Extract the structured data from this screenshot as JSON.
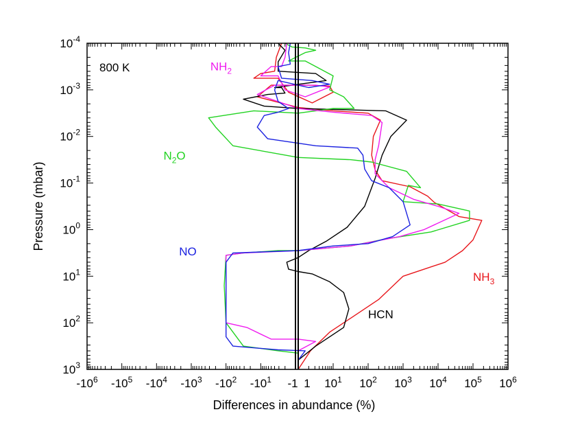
{
  "chart_data": {
    "type": "line",
    "annotation_temp": "800 K",
    "xlabel": "Differences in abundance (%)",
    "ylabel": "Pressure (mbar)",
    "xlim_decades": [
      -6,
      6
    ],
    "ylim_log10": [
      -4,
      3
    ],
    "x_scale": "symmetric log (negative decades left, positive decades right)",
    "y_scale": "log, inverted (low pressure at top)",
    "x_ticks": [
      {
        "base": "-10",
        "exp": "6",
        "pos": -6
      },
      {
        "base": "-10",
        "exp": "5",
        "pos": -5
      },
      {
        "base": "-10",
        "exp": "4",
        "pos": -4
      },
      {
        "base": "-10",
        "exp": "3",
        "pos": -3
      },
      {
        "base": "-10",
        "exp": "2",
        "pos": -2
      },
      {
        "base": "-10",
        "exp": "1",
        "pos": -1
      },
      {
        "base": "-1",
        "exp": "",
        "pos": 0
      },
      {
        "base": "1",
        "exp": "",
        "pos": 0.1
      },
      {
        "base": "10",
        "exp": "1",
        "pos": 1
      },
      {
        "base": "10",
        "exp": "2",
        "pos": 2
      },
      {
        "base": "10",
        "exp": "3",
        "pos": 3
      },
      {
        "base": "10",
        "exp": "4",
        "pos": 4
      },
      {
        "base": "10",
        "exp": "5",
        "pos": 5
      },
      {
        "base": "10",
        "exp": "6",
        "pos": 6
      }
    ],
    "y_ticks": [
      {
        "base": "10",
        "exp": "-4",
        "pos": -4
      },
      {
        "base": "10",
        "exp": "-3",
        "pos": -3
      },
      {
        "base": "10",
        "exp": "-2",
        "pos": -2
      },
      {
        "base": "10",
        "exp": "-1",
        "pos": -1
      },
      {
        "base": "10",
        "exp": "0",
        "pos": 0
      },
      {
        "base": "10",
        "exp": "1",
        "pos": 1
      },
      {
        "base": "10",
        "exp": "2",
        "pos": 2
      },
      {
        "base": "10",
        "exp": "3",
        "pos": 3
      }
    ],
    "series": [
      {
        "name": "NH3",
        "label_main": "NH",
        "label_sub": "3",
        "color": "#e8161b",
        "label_at": [
          5.0,
          1.1
        ],
        "points": [
          [
            0.0,
            3.0
          ],
          [
            0.35,
            2.6
          ],
          [
            0.9,
            2.2
          ],
          [
            1.5,
            1.9
          ],
          [
            2.3,
            1.5
          ],
          [
            3.0,
            1.0
          ],
          [
            3.6,
            0.85
          ],
          [
            4.2,
            0.7
          ],
          [
            4.7,
            0.45
          ],
          [
            5.0,
            0.22
          ],
          [
            5.25,
            -0.2
          ],
          [
            4.6,
            -0.28
          ],
          [
            3.9,
            -0.58
          ],
          [
            3.7,
            -0.72
          ],
          [
            3.2,
            -0.92
          ],
          [
            2.4,
            -1.05
          ],
          [
            2.2,
            -1.28
          ],
          [
            2.1,
            -1.6
          ],
          [
            2.15,
            -2.0
          ],
          [
            2.35,
            -2.35
          ],
          [
            2.0,
            -2.5
          ],
          [
            1.0,
            -2.55
          ],
          [
            0.0,
            -2.62
          ],
          [
            -1.1,
            -2.85
          ],
          [
            -0.7,
            -3.1
          ],
          [
            0.3,
            -3.1
          ],
          [
            0.9,
            -3.08
          ],
          [
            1.0,
            -2.95
          ],
          [
            0.4,
            -2.72
          ],
          [
            -0.2,
            -2.95
          ],
          [
            -0.5,
            -3.25
          ],
          [
            -1.2,
            -3.25
          ],
          [
            -1.0,
            -3.35
          ],
          [
            -0.6,
            -3.4
          ],
          [
            -0.55,
            -3.7
          ],
          [
            -0.4,
            -4.0
          ]
        ]
      },
      {
        "name": "HCN",
        "label_main": "HCN",
        "label_sub": "",
        "color": "#000000",
        "label_at": [
          2.0,
          1.9
        ],
        "points": [
          [
            0.0,
            2.8
          ],
          [
            0.5,
            2.5
          ],
          [
            1.3,
            2.1
          ],
          [
            1.45,
            1.7
          ],
          [
            1.3,
            1.35
          ],
          [
            0.9,
            1.12
          ],
          [
            0.4,
            0.95
          ],
          [
            0.0,
            0.9
          ],
          [
            -0.2,
            0.85
          ],
          [
            -0.25,
            0.7
          ],
          [
            0.0,
            0.6
          ],
          [
            0.3,
            0.45
          ],
          [
            0.8,
            0.25
          ],
          [
            1.4,
            -0.05
          ],
          [
            1.9,
            -0.5
          ],
          [
            2.2,
            -1.1
          ],
          [
            2.4,
            -1.6
          ],
          [
            2.65,
            -2.0
          ],
          [
            3.1,
            -2.35
          ],
          [
            2.5,
            -2.55
          ],
          [
            0.0,
            -2.6
          ],
          [
            -0.9,
            -2.65
          ],
          [
            -1.5,
            -2.8
          ],
          [
            -0.8,
            -2.9
          ],
          [
            -0.3,
            -2.93
          ],
          [
            -0.4,
            -3.05
          ],
          [
            -0.6,
            -3.05
          ],
          [
            0.8,
            -3.2
          ],
          [
            0.5,
            -3.35
          ],
          [
            -0.5,
            -3.4
          ],
          [
            -0.5,
            -3.6
          ],
          [
            -0.3,
            -3.85
          ],
          [
            -0.5,
            -4.0
          ]
        ]
      },
      {
        "name": "N2O",
        "label_main": "N",
        "label_sub": "2",
        "label_tail": "O",
        "color": "#22d322",
        "label_at": [
          -3.8,
          -1.5
        ],
        "points": [
          [
            0.0,
            2.65
          ],
          [
            -0.5,
            2.6
          ],
          [
            -1.5,
            2.5
          ],
          [
            -2.0,
            2.0
          ],
          [
            -2.05,
            1.2
          ],
          [
            -2.0,
            0.55
          ],
          [
            -1.5,
            0.5
          ],
          [
            -0.5,
            0.45
          ],
          [
            0.0,
            0.45
          ],
          [
            1.5,
            0.35
          ],
          [
            2.5,
            0.2
          ],
          [
            3.8,
            0.05
          ],
          [
            4.9,
            -0.2
          ],
          [
            4.9,
            -0.4
          ],
          [
            4.0,
            -0.55
          ],
          [
            3.0,
            -0.6
          ],
          [
            3.15,
            -0.95
          ],
          [
            3.5,
            -0.9
          ],
          [
            3.1,
            -1.25
          ],
          [
            2.1,
            -1.45
          ],
          [
            1.5,
            -1.5
          ],
          [
            0.0,
            -1.55
          ],
          [
            -1.8,
            -1.8
          ],
          [
            -2.3,
            -2.2
          ],
          [
            -2.5,
            -2.4
          ],
          [
            -1.2,
            -2.55
          ],
          [
            0.0,
            -2.5
          ],
          [
            1.0,
            -2.6
          ],
          [
            1.6,
            -2.6
          ],
          [
            1.3,
            -2.85
          ],
          [
            0.9,
            -3.0
          ],
          [
            1.0,
            -3.3
          ],
          [
            0.5,
            -3.5
          ],
          [
            0.2,
            -3.62
          ],
          [
            -0.2,
            -3.62
          ],
          [
            0.2,
            -3.8
          ],
          [
            0.5,
            -3.85
          ],
          [
            0.2,
            -3.9
          ],
          [
            -0.1,
            -3.92
          ],
          [
            -0.3,
            -4.0
          ]
        ]
      },
      {
        "name": "NH2",
        "label_main": "NH",
        "label_sub": "2",
        "color": "#ef1cef",
        "label_at": [
          -2.45,
          -3.42
        ],
        "points": [
          [
            0.0,
            2.6
          ],
          [
            0.5,
            2.4
          ],
          [
            0.0,
            2.35
          ],
          [
            -0.7,
            2.35
          ],
          [
            -1.4,
            2.1
          ],
          [
            -2.0,
            2.0
          ],
          [
            -2.0,
            1.0
          ],
          [
            -2.0,
            0.55
          ],
          [
            -1.5,
            0.5
          ],
          [
            0.0,
            0.45
          ],
          [
            1.5,
            0.35
          ],
          [
            2.9,
            0.15
          ],
          [
            3.6,
            0.0
          ],
          [
            4.6,
            -0.35
          ],
          [
            4.0,
            -0.5
          ],
          [
            3.3,
            -0.65
          ],
          [
            2.6,
            -0.9
          ],
          [
            2.2,
            -1.2
          ],
          [
            2.2,
            -1.5
          ],
          [
            2.3,
            -1.8
          ],
          [
            2.4,
            -2.3
          ],
          [
            2.1,
            -2.45
          ],
          [
            1.0,
            -2.52
          ],
          [
            0.0,
            -2.6
          ],
          [
            -1.1,
            -2.9
          ],
          [
            -0.6,
            -3.1
          ],
          [
            0.5,
            -3.1
          ],
          [
            0.9,
            -3.06
          ],
          [
            0.2,
            -2.85
          ],
          [
            -0.3,
            -3.0
          ],
          [
            -0.5,
            -3.3
          ],
          [
            -1.0,
            -3.3
          ],
          [
            -0.7,
            -3.5
          ],
          [
            -0.4,
            -3.5
          ],
          [
            -0.3,
            -3.7
          ],
          [
            -0.25,
            -4.0
          ]
        ]
      },
      {
        "name": "NO",
        "label_main": "NO",
        "label_sub": "",
        "color": "#1b22e0",
        "label_at": [
          -3.35,
          0.55
        ],
        "points": [
          [
            0.0,
            2.8
          ],
          [
            0.2,
            2.6
          ],
          [
            -0.5,
            2.58
          ],
          [
            -1.8,
            2.5
          ],
          [
            -2.0,
            2.3
          ],
          [
            -2.0,
            1.5
          ],
          [
            -2.0,
            0.7
          ],
          [
            -1.8,
            0.5
          ],
          [
            -1.0,
            0.48
          ],
          [
            0.0,
            0.45
          ],
          [
            1.0,
            0.35
          ],
          [
            2.0,
            0.3
          ],
          [
            2.7,
            0.15
          ],
          [
            3.2,
            -0.1
          ],
          [
            3.0,
            -0.6
          ],
          [
            2.6,
            -0.9
          ],
          [
            2.1,
            -1.05
          ],
          [
            1.9,
            -1.3
          ],
          [
            1.85,
            -1.6
          ],
          [
            1.7,
            -1.75
          ],
          [
            0.5,
            -1.8
          ],
          [
            -0.8,
            -1.95
          ],
          [
            -1.1,
            -2.2
          ],
          [
            -0.9,
            -2.45
          ],
          [
            -0.5,
            -2.52
          ],
          [
            -0.2,
            -2.6
          ],
          [
            -0.5,
            -2.75
          ],
          [
            -0.6,
            -3.0
          ],
          [
            -0.5,
            -3.2
          ],
          [
            0.3,
            -3.05
          ],
          [
            0.9,
            -3.12
          ],
          [
            0.4,
            -3.2
          ],
          [
            -0.4,
            -3.25
          ],
          [
            -0.5,
            -3.5
          ],
          [
            -0.15,
            -3.55
          ],
          [
            -0.2,
            -3.8
          ],
          [
            -0.15,
            -4.0
          ]
        ]
      }
    ]
  }
}
